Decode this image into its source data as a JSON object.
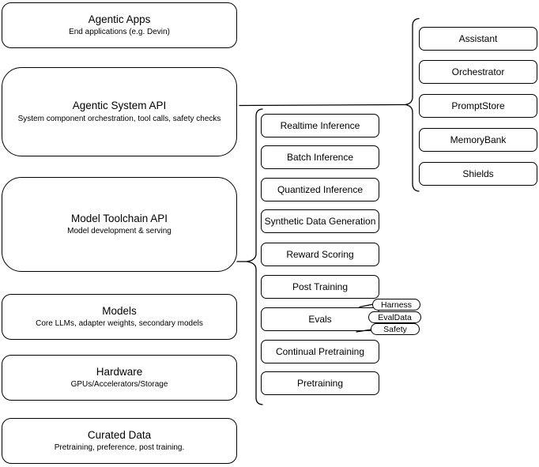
{
  "canvas": {
    "background_color": "#ffffff",
    "stroke_color": "#000000"
  },
  "left_column": {
    "boxes": [
      {
        "title": "Agentic Apps",
        "subtitle": "End applications (e.g. Devin)"
      },
      {
        "title": "Agentic System API",
        "subtitle": "System component orchestration, tool calls, safety checks"
      },
      {
        "title": "Model Toolchain API",
        "subtitle": "Model development & serving"
      },
      {
        "title": "Models",
        "subtitle": "Core LLMs, adapter weights, secondary models"
      },
      {
        "title": "Hardware",
        "subtitle": "GPUs/Accelerators/Storage"
      },
      {
        "title": "Curated Data",
        "subtitle": "Pretraining, preference, post training."
      }
    ]
  },
  "toolchain_services": {
    "boxes": [
      {
        "label": "Realtime Inference"
      },
      {
        "label": "Batch Inference"
      },
      {
        "label": "Quantized Inference"
      },
      {
        "label": "Synthetic Data Generation"
      },
      {
        "label": "Reward Scoring"
      },
      {
        "label": "Post Training"
      },
      {
        "label": "Evals"
      },
      {
        "label": "Continual Pretraining"
      },
      {
        "label": "Pretraining"
      }
    ],
    "eval_tags": [
      {
        "label": "Harness"
      },
      {
        "label": "EvalData"
      },
      {
        "label": "Safety"
      }
    ]
  },
  "system_components": {
    "boxes": [
      {
        "label": "Assistant"
      },
      {
        "label": "Orchestrator"
      },
      {
        "label": "PromptStore"
      },
      {
        "label": "MemoryBank"
      },
      {
        "label": "Shields"
      }
    ]
  }
}
